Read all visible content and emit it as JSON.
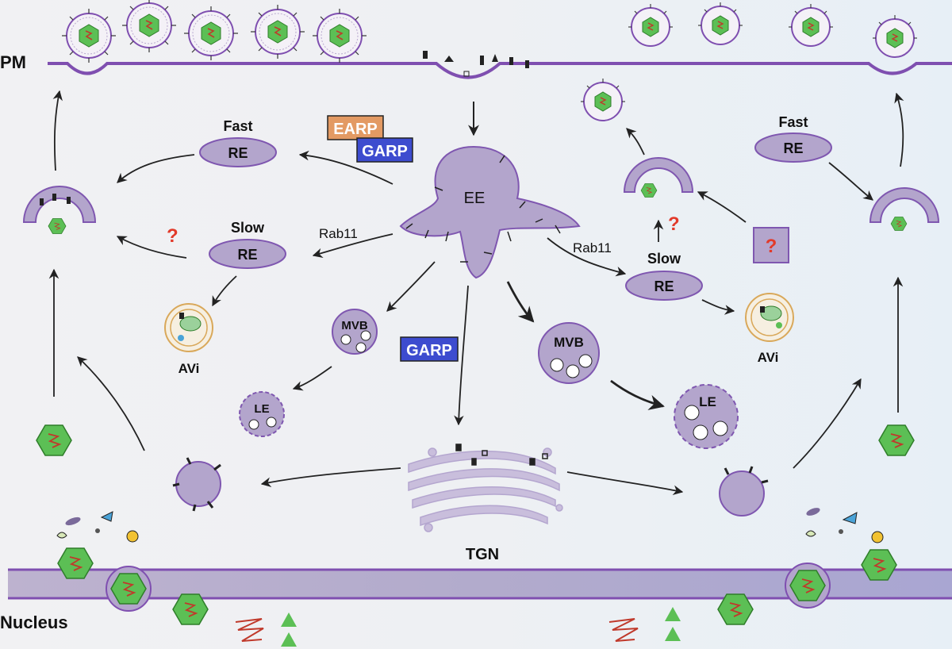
{
  "labels": {
    "pm": "PM",
    "nucleus": "Nucleus",
    "tgn": "TGN",
    "ee": "EE",
    "re": "RE",
    "fast": "Fast",
    "slow": "Slow",
    "rab11": "Rab11",
    "mvb": "MVB",
    "le": "LE",
    "avi": "AVi",
    "earp": "EARP",
    "garp": "GARP",
    "question": "?"
  },
  "colors": {
    "background_left": "#f1f1f3",
    "background_right": "#e9f0f6",
    "membrane": "#7f4fb0",
    "organelle_fill": "#b3a5cc",
    "organelle_stroke": "#7f57b0",
    "capsid": "#5cbf55",
    "earp": "#e39a63",
    "garp": "#3d4ccf",
    "question": "#e23a2a",
    "nucleus_band": "#b7aec9"
  }
}
